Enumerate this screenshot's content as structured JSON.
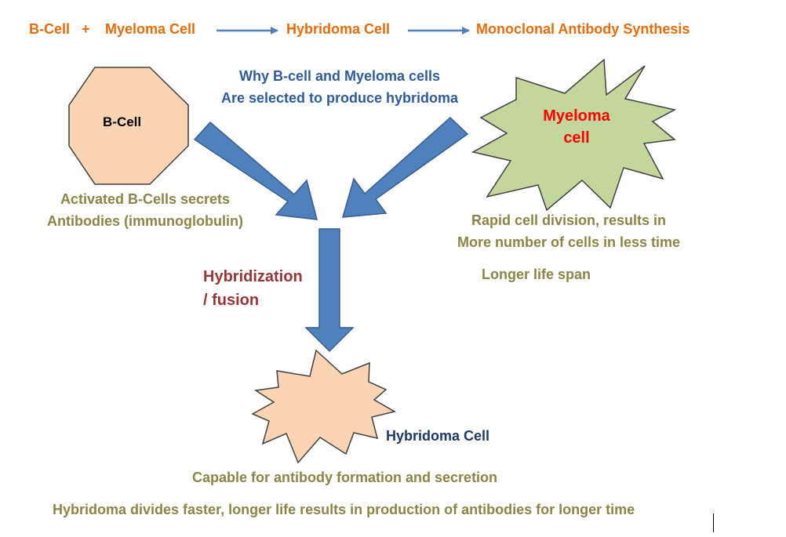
{
  "flow": {
    "bcell": "B-Cell",
    "plus": "+",
    "myeloma": "Myeloma Cell",
    "hybridoma": "Hybridoma Cell",
    "synthesis": "Monoclonal Antibody Synthesis"
  },
  "question": {
    "line1": "Why B-cell and Myeloma cells",
    "line2": "Are selected to produce hybridoma"
  },
  "bcell_shape": {
    "label": "B-Cell",
    "caption_line1": "Activated B-Cells secrets",
    "caption_line2": "Antibodies (immunoglobulin)"
  },
  "myeloma_shape": {
    "label_line1": "Myeloma",
    "label_line2": "cell",
    "caption_line1": "Rapid cell division, results in",
    "caption_line2": "More number of cells in less time",
    "caption_line3": "Longer life span"
  },
  "process": {
    "line1": "Hybridization",
    "line2": "/ fusion"
  },
  "hybridoma_shape": {
    "label": "Hybridoma Cell"
  },
  "footer": {
    "line1": "Capable for antibody formation and secretion",
    "line2": "Hybridoma divides faster, longer life results in production of antibodies for longer time"
  },
  "colors": {
    "flow_text": "#E46C0A",
    "question_text": "#2E5C9A",
    "caption_text": "#8C8446",
    "arrow_fill": "#4F81BD",
    "arrow_stroke": "#385D8A",
    "bcell_fill": "#FBD4B4",
    "myeloma_fill": "#C3D69B",
    "hybridoma_fill": "#FBD4B4",
    "myeloma_label": "#FF0000",
    "process_text": "#953735"
  }
}
